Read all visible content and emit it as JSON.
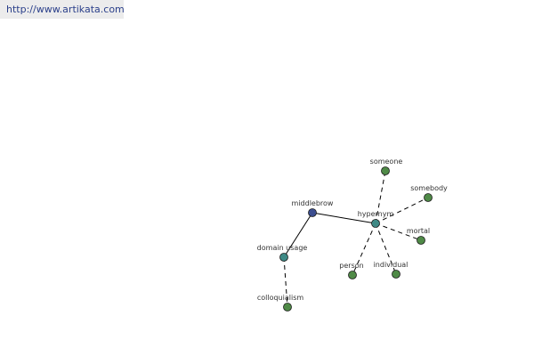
{
  "header": {
    "url": "http://www.artikata.com"
  },
  "colors": {
    "center": "#3b4d8f",
    "relation": "#3f8a86",
    "leaf": "#4f8a47",
    "edge": "#000000"
  },
  "graph": {
    "nodes": [
      {
        "id": "middlebrow",
        "label": "middlebrow",
        "kind": "center"
      },
      {
        "id": "hypernym",
        "label": "hypernym",
        "kind": "relation"
      },
      {
        "id": "domain-usage",
        "label": "domain usage",
        "kind": "relation"
      },
      {
        "id": "colloquialism",
        "label": "colloquialism",
        "kind": "leaf"
      },
      {
        "id": "someone",
        "label": "someone",
        "kind": "leaf"
      },
      {
        "id": "somebody",
        "label": "somebody",
        "kind": "leaf"
      },
      {
        "id": "mortal",
        "label": "mortal",
        "kind": "leaf"
      },
      {
        "id": "individual",
        "label": "individual",
        "kind": "leaf"
      },
      {
        "id": "person",
        "label": "person",
        "kind": "leaf"
      }
    ],
    "edges": [
      {
        "from": "middlebrow",
        "to": "hypernym",
        "style": "solid"
      },
      {
        "from": "middlebrow",
        "to": "domain-usage",
        "style": "solid"
      },
      {
        "from": "domain-usage",
        "to": "colloquialism",
        "style": "dashed"
      },
      {
        "from": "hypernym",
        "to": "someone",
        "style": "dashed"
      },
      {
        "from": "hypernym",
        "to": "somebody",
        "style": "dashed"
      },
      {
        "from": "hypernym",
        "to": "mortal",
        "style": "dashed"
      },
      {
        "from": "hypernym",
        "to": "individual",
        "style": "dashed"
      },
      {
        "from": "hypernym",
        "to": "person",
        "style": "dashed"
      }
    ]
  }
}
